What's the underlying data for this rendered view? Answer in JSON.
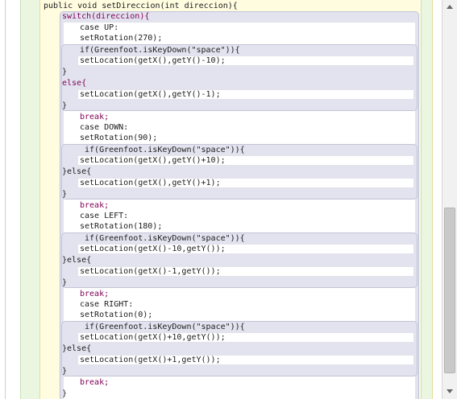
{
  "editor": {
    "method_signature": "public void setDireccion(int direccion){",
    "lines": {
      "switch_open": "switch(direccion){",
      "case_up": "case UP:",
      "rot_270": "setRotation(270);",
      "if_up": "if(Greenfoot.isKeyDown(\"space\")){",
      "loc_up_fast": "setLocation(getX(),getY()-10);",
      "close_1": "}",
      "else_1": "else{",
      "loc_up_slow": "setLocation(getX(),getY()-1);",
      "close_2": "}",
      "break_1": "break;",
      "case_down": "case DOWN:",
      "rot_90": "setRotation(90);",
      "if_down": " if(Greenfoot.isKeyDown(\"space\")){",
      "loc_down_fast": "setLocation(getX(),getY()+10);",
      "else_2": "}else{",
      "loc_down_slow": "setLocation(getX(),getY()+1);",
      "close_3": "}",
      "break_2": "break;",
      "case_left": "case LEFT:",
      "rot_180": "setRotation(180);",
      "if_left": " if(Greenfoot.isKeyDown(\"space\")){",
      "loc_left_fast": "setLocation(getX()-10,getY());",
      "else_3": "}else{",
      "loc_left_slow": "setLocation(getX()-1,getY());",
      "close_4": "}",
      "break_3": "break;",
      "case_right": "case RIGHT:",
      "rot_0": "setRotation(0);",
      "if_right": " if(Greenfoot.isKeyDown(\"space\")){",
      "loc_right_fast": "setLocation(getX()+10,getY());",
      "else_4": "}else{",
      "loc_right_slow": "setLocation(getX()+1,getY());",
      "close_5": "}",
      "break_4": "break;",
      "close_switch": "}"
    }
  },
  "colors": {
    "keyword": "#7f0055",
    "string": "#0a7a16",
    "scope_bg": "#e2e3ef",
    "method_bg": "#fffce0",
    "gutter_green": "#eaf6df"
  },
  "scrollbar": {
    "up_icon": "arrow-up-icon",
    "down_icon": "arrow-down-icon"
  }
}
